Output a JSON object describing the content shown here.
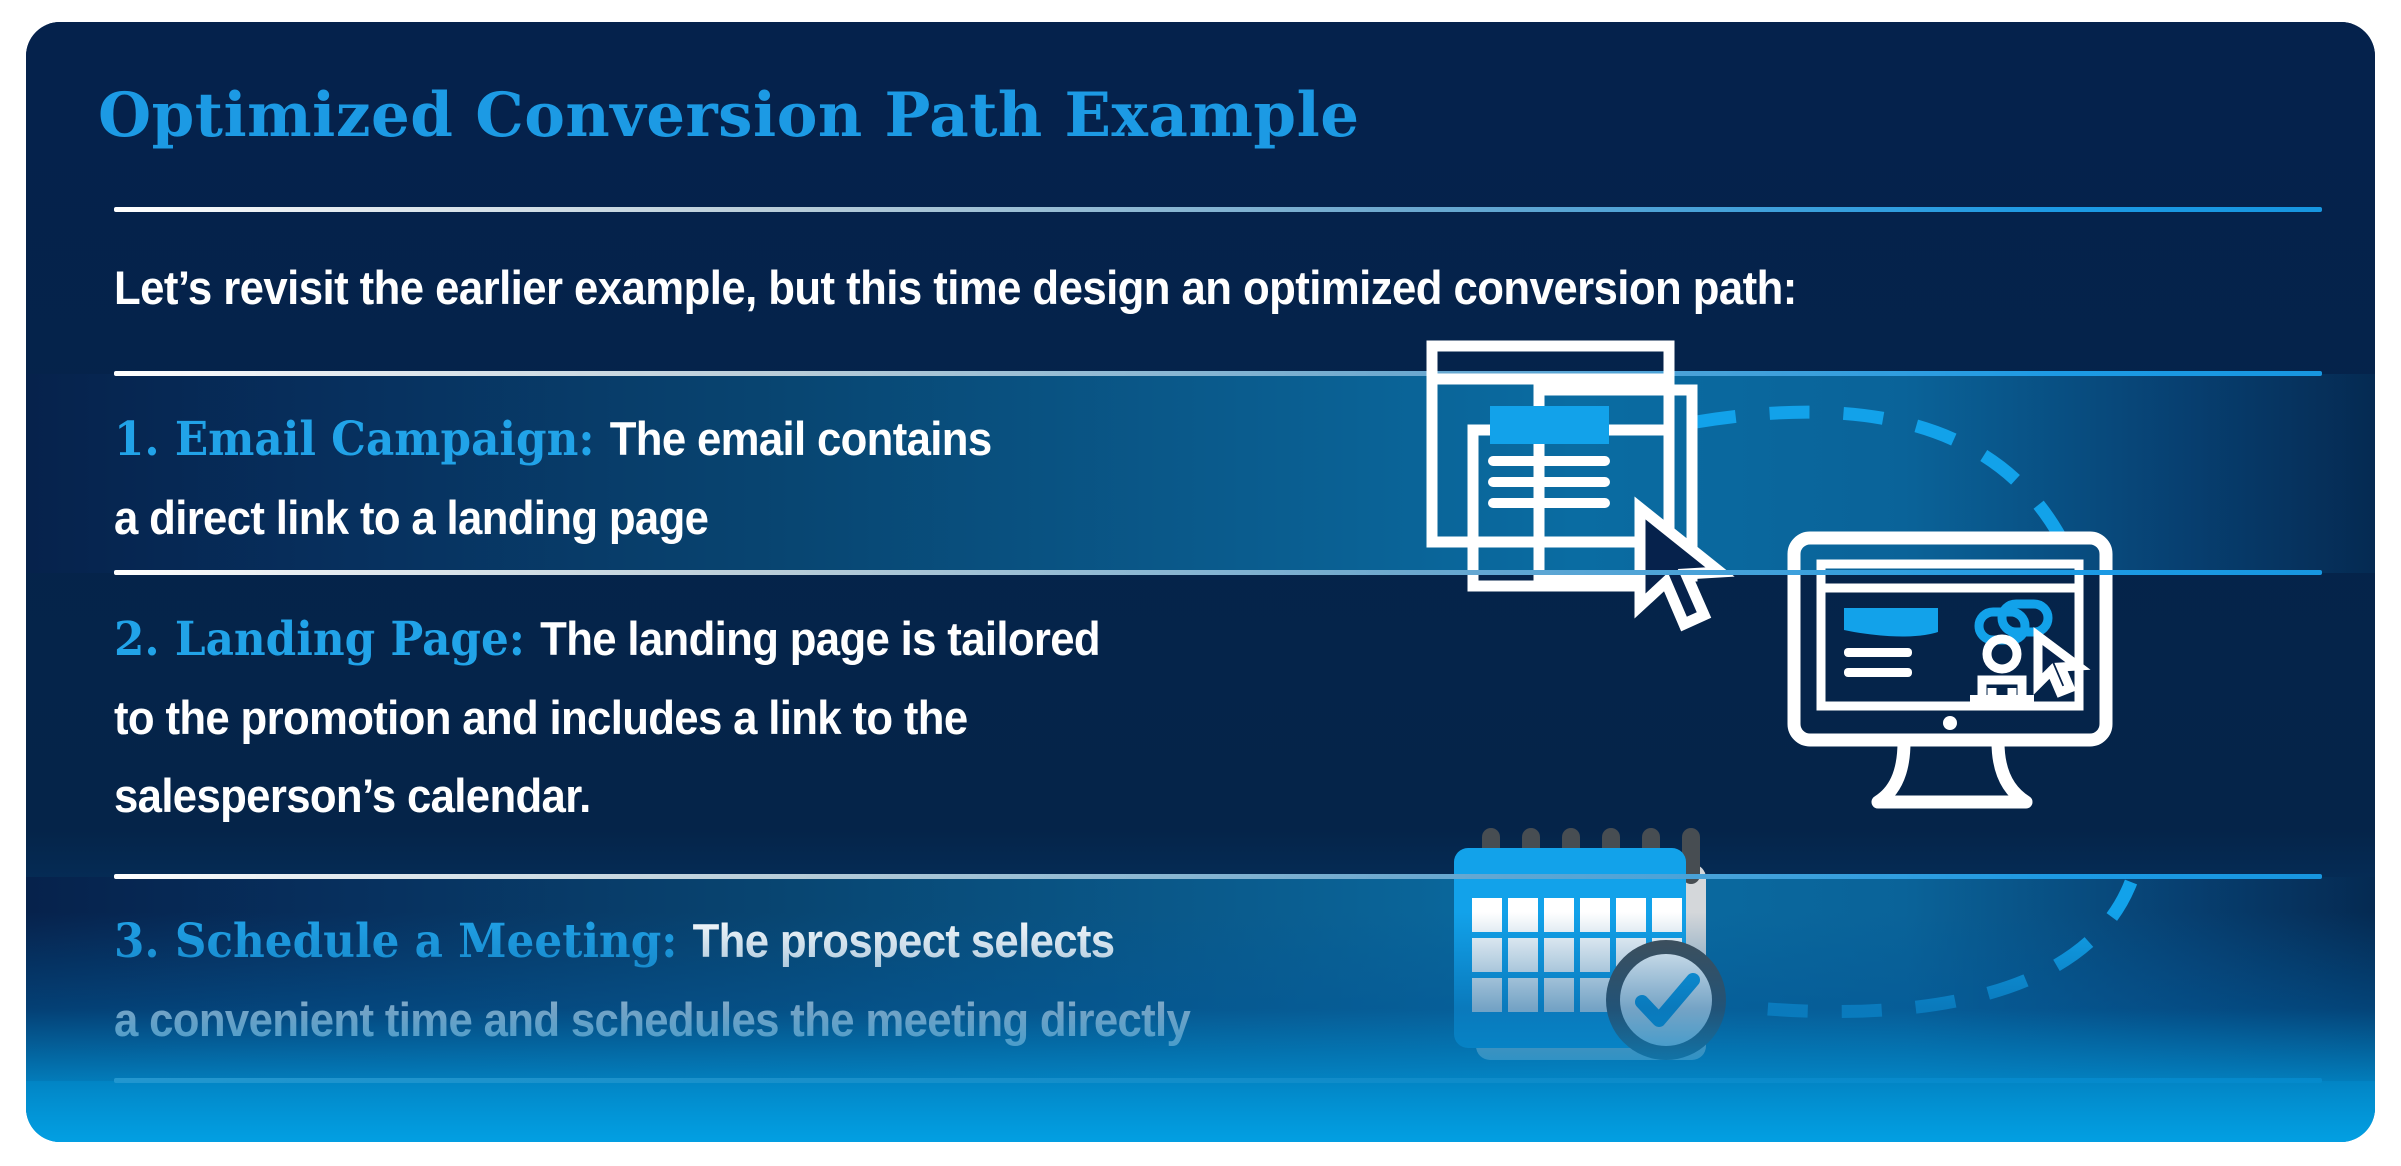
{
  "card": {
    "title": "Optimized Conversion Path Example",
    "intro": "Let’s revisit the earlier example, but this time design an optimized conversion path:",
    "steps": [
      {
        "lead": "1.  Email Campaign:",
        "lines": [
          "The email contains",
          "a direct link to a landing page"
        ],
        "icon": "email-window-icon"
      },
      {
        "lead": "2. Landing Page:",
        "lines": [
          "The landing page is tailored",
          "to the promotion and includes a link to the",
          "salesperson’s calendar."
        ],
        "icon": "monitor-landing-page-icon"
      },
      {
        "lead": "3. Schedule a Meeting:",
        "lines": [
          "The prospect selects",
          "a convenient time and schedules the meeting directly"
        ],
        "icon": "calendar-check-icon"
      }
    ]
  },
  "colors": {
    "card_background": "#06224c",
    "accent_blue": "#1c9ae4",
    "bright_blue": "#10a0e8",
    "text_white": "#ffffff",
    "row_gradient_end": "#0a6ca2",
    "badge_ring_gray": "#444a4f",
    "calendar_shadow_gray": "#d4d7da"
  },
  "icons": {
    "email_window": "email-window-icon",
    "cursor_one": "cursor-arrow-icon",
    "monitor": "monitor-landing-page-icon",
    "link_chain": "link-chain-icon",
    "person": "person-icon",
    "cursor_two": "cursor-arrow-icon",
    "calendar": "calendar-check-icon",
    "check_badge": "check-circle-icon",
    "connector_one": "dashed-arc-connector",
    "connector_two": "dashed-arc-connector"
  }
}
